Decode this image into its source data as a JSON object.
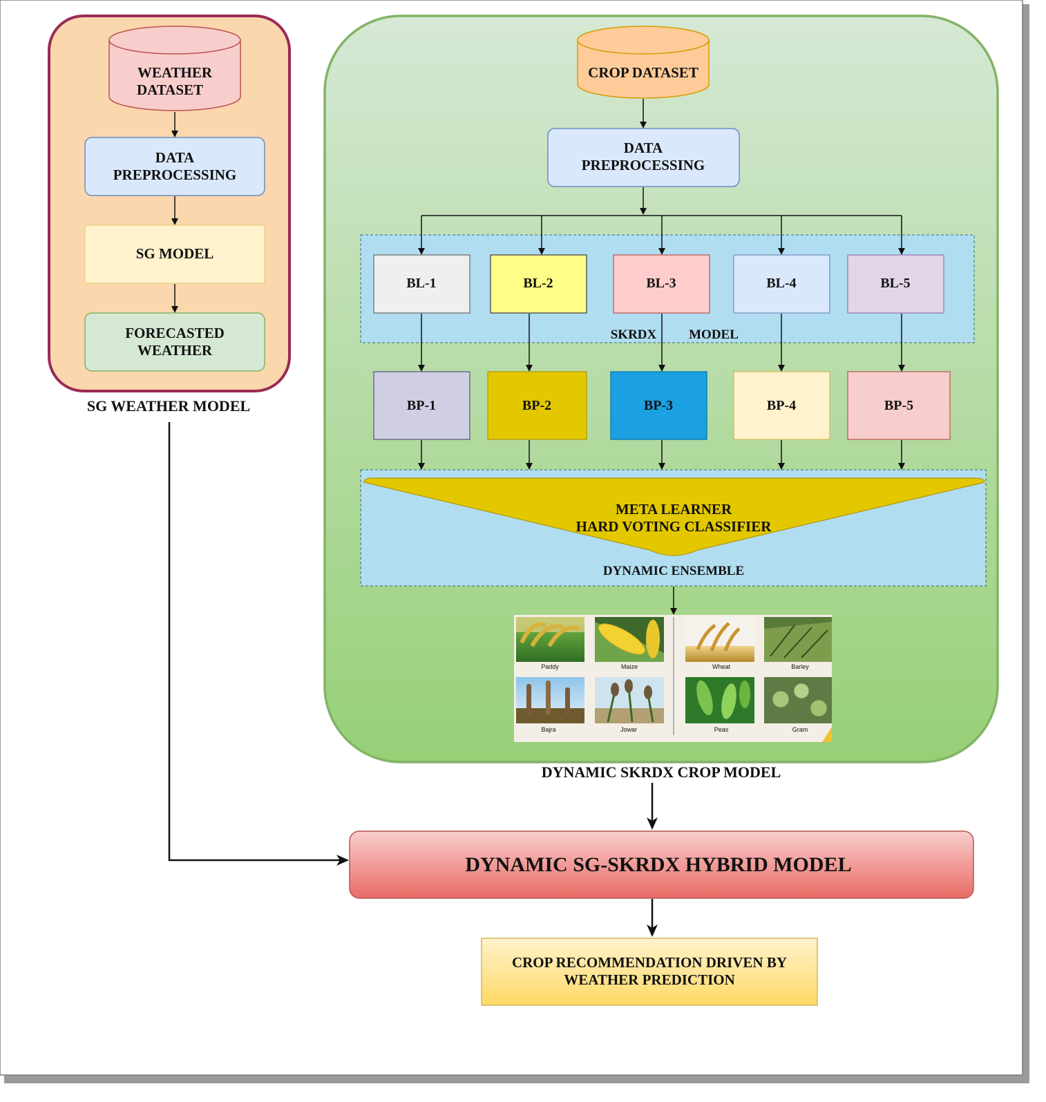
{
  "weather_panel": {
    "dataset": [
      "WEATHER",
      "DATASET"
    ],
    "preprocessing": [
      "DATA",
      "PREPROCESSING"
    ],
    "model": "SG MODEL",
    "output": [
      "FORECASTED",
      "WEATHER"
    ],
    "caption": "SG WEATHER MODEL"
  },
  "crop_panel": {
    "dataset": "CROP DATASET",
    "preprocessing": [
      "DATA",
      "PREPROCESSING"
    ],
    "base_learners": [
      "BL-1",
      "BL-2",
      "BL-3",
      "BL-4",
      "BL-5"
    ],
    "base_learner_colors": [
      "#efefef",
      "#ffff88",
      "#ffcccc",
      "#dae8fc",
      "#e1d5e7"
    ],
    "skrdx_label": [
      "SKRDX",
      "MODEL"
    ],
    "base_predictions": [
      "BP-1",
      "BP-2",
      "BP-3",
      "BP-4",
      "BP-5"
    ],
    "base_prediction_colors": [
      "#d0cee2",
      "#e3c800",
      "#1ba1e2",
      "#fff2cc",
      "#f8cecc"
    ],
    "meta_learner": [
      "META LEARNER",
      "HARD VOTING CLASSIFIER"
    ],
    "ensemble_label": "DYNAMIC ENSEMBLE",
    "crops": [
      "Paddy",
      "Maize",
      "Wheat",
      "Barley",
      "Bajra",
      "Jowar",
      "Peas",
      "Gram"
    ],
    "caption": "DYNAMIC SKRDX CROP MODEL"
  },
  "hybrid_model": "DYNAMIC SG-SKRDX HYBRID MODEL",
  "recommendation": [
    "CROP RECOMMENDATION DRIVEN BY",
    "WEATHER PREDICTION"
  ]
}
